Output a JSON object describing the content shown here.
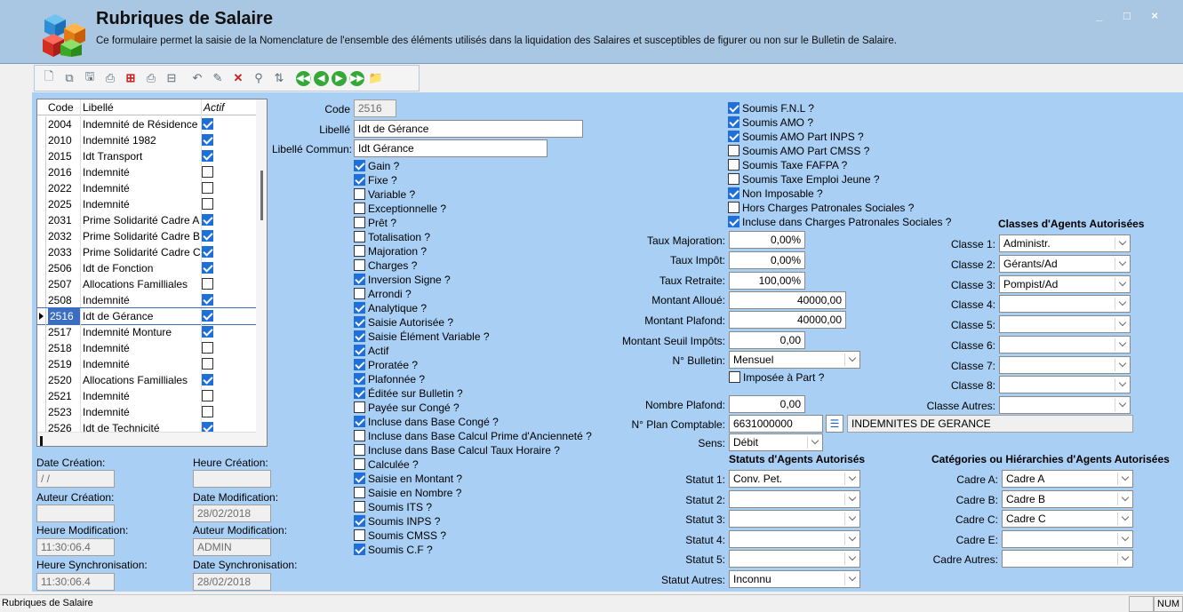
{
  "header": {
    "title": "Rubriques de Salaire",
    "subtitle": "Ce formulaire permet la saisie de la Nomenclature de l'ensemble des éléments utilisés dans la liquidation des Salaires et susceptibles de figurer ou non sur le Bulletin de Salaire.",
    "window_controls": "_ □ ×"
  },
  "toolbar": {
    "buttons": [
      {
        "name": "new-icon",
        "glyph": "🗋"
      },
      {
        "name": "copy-icon",
        "glyph": "⧉"
      },
      {
        "name": "save-icon",
        "glyph": "🖫"
      },
      {
        "name": "preview-icon",
        "glyph": "⎙"
      },
      {
        "name": "pdf-icon",
        "glyph": "⊞"
      },
      {
        "name": "print-icon",
        "glyph": "⎙"
      },
      {
        "name": "export-icon",
        "glyph": "⊟"
      },
      {
        "name": "undo-icon",
        "glyph": "↶"
      },
      {
        "name": "edit-icon",
        "glyph": "✎"
      },
      {
        "name": "delete-icon",
        "glyph": "✕"
      },
      {
        "name": "search-icon",
        "glyph": "⚲"
      },
      {
        "name": "refresh-icon",
        "glyph": "⇅"
      },
      {
        "name": "first-icon",
        "glyph": "◀◀"
      },
      {
        "name": "previous-icon",
        "glyph": "◀"
      },
      {
        "name": "next-icon",
        "glyph": "▶"
      },
      {
        "name": "last-icon",
        "glyph": "▶▶"
      },
      {
        "name": "folder-icon",
        "glyph": "📁"
      }
    ]
  },
  "grid": {
    "columns": {
      "code": "Code",
      "libelle": "Libellé",
      "actif": "Actif"
    },
    "rows": [
      {
        "code": "2004",
        "libelle": "Indemnité de Résidence",
        "actif": true
      },
      {
        "code": "2010",
        "libelle": "Indemnité 1982",
        "actif": true
      },
      {
        "code": "2015",
        "libelle": "Idt Transport",
        "actif": true
      },
      {
        "code": "2016",
        "libelle": "Indemnité",
        "actif": false
      },
      {
        "code": "2022",
        "libelle": "Indemnité",
        "actif": false
      },
      {
        "code": "2025",
        "libelle": "Indemnité",
        "actif": false
      },
      {
        "code": "2031",
        "libelle": "Prime Solidarité Cadre A",
        "actif": true
      },
      {
        "code": "2032",
        "libelle": "Prime Solidarité Cadre B",
        "actif": true
      },
      {
        "code": "2033",
        "libelle": "Prime Solidarité Cadre C",
        "actif": true
      },
      {
        "code": "2506",
        "libelle": "Idt de Fonction",
        "actif": true
      },
      {
        "code": "2507",
        "libelle": "Allocations Familliales",
        "actif": false
      },
      {
        "code": "2508",
        "libelle": "Indemnité",
        "actif": true
      },
      {
        "code": "2516",
        "libelle": "Idt de Gérance",
        "actif": true,
        "selected": true
      },
      {
        "code": "2517",
        "libelle": "Indemnité Monture",
        "actif": true
      },
      {
        "code": "2518",
        "libelle": "Indemnité",
        "actif": false
      },
      {
        "code": "2519",
        "libelle": "Indemnité",
        "actif": false
      },
      {
        "code": "2520",
        "libelle": "Allocations Familliales",
        "actif": true
      },
      {
        "code": "2521",
        "libelle": "Indemnité",
        "actif": false
      },
      {
        "code": "2523",
        "libelle": "Indemnité",
        "actif": false
      },
      {
        "code": "2526",
        "libelle": "Idt de Technicité",
        "actif": true
      }
    ]
  },
  "audit": {
    "date_creation_label": "Date Création:",
    "date_creation": " / /",
    "heure_creation_label": "Heure Création:",
    "heure_creation": "",
    "auteur_creation_label": "Auteur Création:",
    "auteur_creation": "",
    "date_modification_label": "Date Modification:",
    "date_modification": "28/02/2018",
    "heure_modification_label": "Heure Modification:",
    "heure_modification": "11:30:06.4",
    "auteur_modification_label": "Auteur Modification:",
    "auteur_modification": "ADMIN",
    "heure_synchro_label": "Heure Synchronisation:",
    "heure_synchro": "11:30:06.4",
    "date_synchro_label": "Date Synchronisation:",
    "date_synchro": "28/02/2018"
  },
  "form": {
    "code_label": "Code",
    "code": "2516",
    "libelle_label": "Libellé",
    "libelle": "Idt de Gérance",
    "libelle_commun_label": "Libellé Commun:",
    "libelle_commun": "Idt Gérance",
    "checks_left": [
      {
        "label": "Gain ?",
        "on": true
      },
      {
        "label": "Fixe ?",
        "on": true
      },
      {
        "label": "Variable ?",
        "on": false
      },
      {
        "label": "Exceptionnelle ?",
        "on": false
      },
      {
        "label": "Prêt ?",
        "on": false
      },
      {
        "label": "Totalisation ?",
        "on": false
      },
      {
        "label": "Majoration ?",
        "on": false
      },
      {
        "label": "Charges ?",
        "on": false
      },
      {
        "label": "Inversion Signe ?",
        "on": true
      },
      {
        "label": "Arrondi ?",
        "on": false
      },
      {
        "label": "Analytique ?",
        "on": true
      },
      {
        "label": "Saisie Autorisée ?",
        "on": true
      },
      {
        "label": "Saisie Élément Variable ?",
        "on": true
      },
      {
        "label": "Actif",
        "on": true
      },
      {
        "label": "Proratée ?",
        "on": true
      },
      {
        "label": "Plafonnée ?",
        "on": true
      },
      {
        "label": "Éditée sur Bulletin ?",
        "on": true
      },
      {
        "label": "Payée sur Congé ?",
        "on": false
      },
      {
        "label": "Incluse dans Base Congé ?",
        "on": true
      },
      {
        "label": "Incluse dans Base Calcul Prime d'Ancienneté ?",
        "on": false
      },
      {
        "label": "Incluse dans Base Calcul Taux Horaire ?",
        "on": false
      },
      {
        "label": "Calculée ?",
        "on": false
      },
      {
        "label": "Saisie en Montant ?",
        "on": true
      },
      {
        "label": "Saisie en Nombre ?",
        "on": false
      },
      {
        "label": "Soumis ITS ?",
        "on": false
      },
      {
        "label": "Soumis INPS ?",
        "on": true
      },
      {
        "label": "Soumis CMSS ?",
        "on": false
      },
      {
        "label": "Soumis C.F ?",
        "on": true
      }
    ],
    "checks_right": [
      {
        "label": "Soumis F.N.L ?",
        "on": true
      },
      {
        "label": "Soumis AMO ?",
        "on": true
      },
      {
        "label": "Soumis AMO Part INPS ?",
        "on": true
      },
      {
        "label": "Soumis AMO Part CMSS ?",
        "on": false
      },
      {
        "label": "Soumis Taxe FAFPA ?",
        "on": false
      },
      {
        "label": "Soumis Taxe Emploi Jeune ?",
        "on": false
      },
      {
        "label": "Non Imposable ?",
        "on": true
      },
      {
        "label": "Hors Charges Patronales Sociales ?",
        "on": false
      },
      {
        "label": "Incluse dans Charges Patronales Sociales ?",
        "on": true
      }
    ],
    "taux_majoration_label": "Taux Majoration:",
    "taux_majoration": "0,00%",
    "taux_impot_label": "Taux Impôt:",
    "taux_impot": "0,00%",
    "taux_retraite_label": "Taux Retraite:",
    "taux_retraite": "100,00%",
    "montant_alloue_label": "Montant Alloué:",
    "montant_alloue": "40000,00",
    "montant_plafond_label": "Montant Plafond:",
    "montant_plafond": "40000,00",
    "montant_seuil_label": "Montant Seuil Impôts:",
    "montant_seuil": "0,00",
    "bulletin_label": "N° Bulletin:",
    "bulletin": "Mensuel",
    "imposee_part_label": "Imposée à Part ?",
    "imposee_part": false,
    "nombre_plafond_label": "Nombre Plafond:",
    "nombre_plafond": "0,00",
    "plan_comptable_label": "N° Plan Comptable:",
    "plan_comptable": "6631000000",
    "plan_comptable_desc": "INDEMNITES DE GERANCE",
    "sens_label": "Sens:",
    "sens": "Débit"
  },
  "statuts": {
    "title": "Statuts d'Agents Autorisés",
    "items": [
      {
        "label": "Statut 1:",
        "value": "Conv. Pet."
      },
      {
        "label": "Statut 2:",
        "value": ""
      },
      {
        "label": "Statut 3:",
        "value": ""
      },
      {
        "label": "Statut 4:",
        "value": ""
      },
      {
        "label": "Statut 5:",
        "value": ""
      },
      {
        "label": "Statut Autres:",
        "value": "Inconnu"
      }
    ]
  },
  "classes": {
    "title": "Classes d'Agents Autorisées",
    "items": [
      {
        "label": "Classe 1:",
        "value": "Administr."
      },
      {
        "label": "Classe 2:",
        "value": "Gérants/Ad"
      },
      {
        "label": "Classe 3:",
        "value": "Pompist/Ad"
      },
      {
        "label": "Classe 4:",
        "value": ""
      },
      {
        "label": "Classe 5:",
        "value": ""
      },
      {
        "label": "Classe 6:",
        "value": ""
      },
      {
        "label": "Classe 7:",
        "value": ""
      },
      {
        "label": "Classe 8:",
        "value": ""
      },
      {
        "label": "Classe Autres:",
        "value": ""
      }
    ]
  },
  "categories": {
    "title": "Catégories ou Hiérarchies d'Agents Autorisées",
    "items": [
      {
        "label": "Cadre A:",
        "value": "Cadre A"
      },
      {
        "label": "Cadre B:",
        "value": "Cadre B"
      },
      {
        "label": "Cadre C:",
        "value": "Cadre C"
      },
      {
        "label": "Cadre E:",
        "value": ""
      },
      {
        "label": "Cadre Autres:",
        "value": ""
      }
    ]
  },
  "statusbar": {
    "text": "Rubriques de Salaire",
    "num": "NUM"
  }
}
